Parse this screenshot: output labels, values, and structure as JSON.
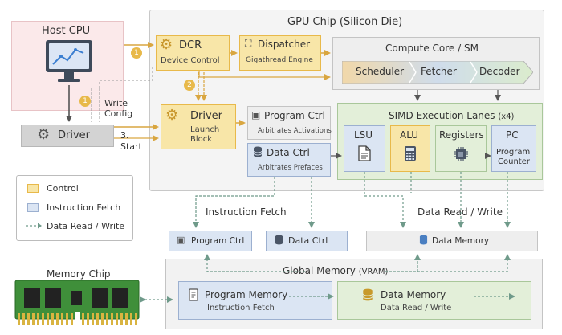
{
  "gpu_chip": {
    "title": "GPU Chip (Silicon Die)"
  },
  "host_cpu": {
    "title": "Host CPU",
    "write_config": [
      "Write",
      "Config"
    ],
    "start": "Start"
  },
  "steps": {
    "one_a": "1",
    "one_b": "1",
    "two": "2",
    "three": "3."
  },
  "driver_host": {
    "label": "Driver"
  },
  "dcr": {
    "title": "DCR",
    "subtitle": "Device Control"
  },
  "dispatcher": {
    "title": "Dispatcher",
    "subtitle": "Gigathread Engine"
  },
  "compute_core": {
    "title": "Compute Core / SM",
    "stages": [
      "Scheduler",
      "Fetcher",
      "Decoder"
    ]
  },
  "driver_gpu": {
    "title": "Driver",
    "subtitle": [
      "Launch",
      "Block"
    ]
  },
  "program_ctrl_gpu": {
    "title": "Program Ctrl",
    "subtitle": "Arbitrates Activations"
  },
  "data_ctrl_gpu": {
    "title": "Data Ctrl",
    "subtitle": "Arbitrates Prefaces"
  },
  "simd": {
    "title": "SIMD Execution Lanes",
    "suffix": "(x4)",
    "units": [
      {
        "name": "LSU"
      },
      {
        "name": "ALU"
      },
      {
        "name": "Registers"
      },
      {
        "name": "PC",
        "desc": [
          "Program",
          "Counter"
        ]
      }
    ]
  },
  "legend": {
    "items": [
      "Control",
      "Instruction Fetch",
      "Data Read / Write"
    ]
  },
  "flow_labels": {
    "instruction_fetch": "Instruction Fetch",
    "data_rw": "Data Read / Write"
  },
  "bus": {
    "program_ctrl": "Program Ctrl",
    "data_ctrl": "Data Ctrl",
    "data_memory": "Data Memory"
  },
  "global_memory": {
    "title": "Global Memory",
    "suffix": "(VRAM)",
    "program_memory": {
      "title": "Program Memory",
      "subtitle": "Instruction Fetch"
    },
    "data_memory": {
      "title": "Data Memory",
      "subtitle": "Data Read / Write"
    }
  },
  "memory_chip": {
    "title": "Memory Chip"
  },
  "colors": {
    "control": "#f8e6a8",
    "control_border": "#e8b94a",
    "fetch": "#dbe5f3",
    "fetch_border": "#9cb0d0",
    "data": "#e3efd9",
    "data_border": "#a9c79a",
    "host": "#fbe9ea",
    "arrow_control": "#d9a640",
    "arrow_data": "#6f9a8a"
  }
}
